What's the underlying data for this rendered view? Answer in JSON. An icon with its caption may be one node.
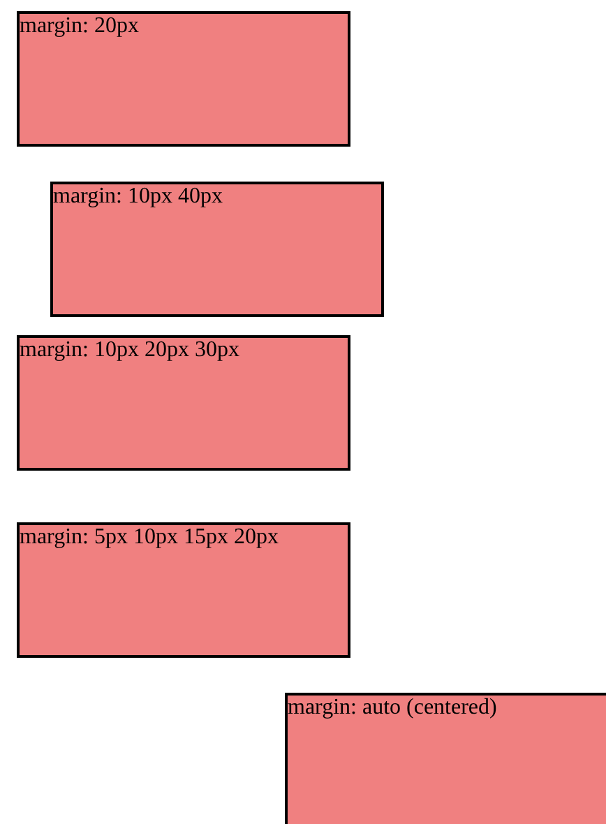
{
  "diagram": {
    "nodes": [
      {
        "text": [
          "margin: 20px"
        ]
      },
      {
        "text": [
          "margin: 10px 40px"
        ]
      },
      {
        "text": [
          "margin: 10px 20px 30px"
        ]
      },
      {
        "text": [
          "margin: 5px 10px 15px 20px"
        ]
      },
      {
        "text": [
          "margin: auto (centered)"
        ]
      }
    ]
  }
}
